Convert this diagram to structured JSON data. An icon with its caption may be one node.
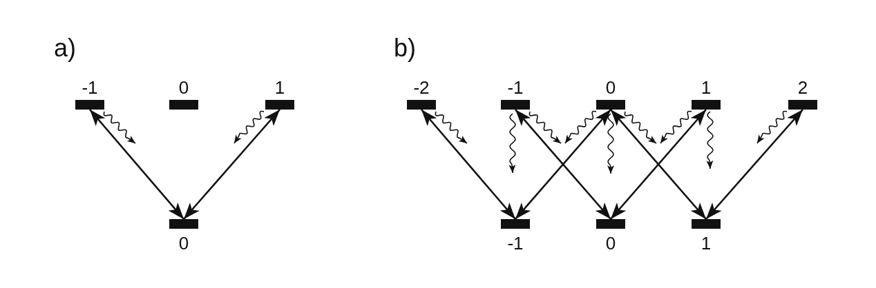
{
  "diagram": {
    "nodes": [
      {
        "text": [
          "-1"
        ]
      },
      {
        "text": [
          "0"
        ]
      },
      {
        "text": [
          "1"
        ]
      },
      {
        "text": [
          "0"
        ]
      },
      {
        "text": [
          "-2"
        ]
      },
      {
        "text": [
          "-1"
        ]
      },
      {
        "text": [
          "0"
        ]
      },
      {
        "text": [
          "1"
        ]
      },
      {
        "text": [
          "2"
        ]
      },
      {
        "text": [
          "-1"
        ]
      },
      {
        "text": [
          "0"
        ]
      },
      {
        "text": [
          "1"
        ]
      }
    ],
    "edges": [
      {
        "from": 0,
        "to": 3,
        "arrow": "both"
      },
      {
        "from": 2,
        "to": 3,
        "arrow": "both"
      },
      {
        "from": 0,
        "to": null,
        "arrow": "to"
      },
      {
        "from": 2,
        "to": null,
        "arrow": "to"
      },
      {
        "from": 4,
        "to": 9,
        "arrow": "both"
      },
      {
        "from": 5,
        "to": 10,
        "arrow": "both"
      },
      {
        "from": 6,
        "to": 9,
        "arrow": "both"
      },
      {
        "from": 6,
        "to": 11,
        "arrow": "both"
      },
      {
        "from": 7,
        "to": 10,
        "arrow": "both"
      },
      {
        "from": 8,
        "to": 11,
        "arrow": "both"
      },
      {
        "from": 4,
        "to": null,
        "arrow": "to"
      },
      {
        "from": 5,
        "to": null,
        "arrow": "to"
      },
      {
        "from": 5,
        "to": null,
        "arrow": "to"
      },
      {
        "from": 6,
        "to": null,
        "arrow": "to"
      },
      {
        "from": 6,
        "to": null,
        "arrow": "to"
      },
      {
        "from": 6,
        "to": null,
        "arrow": "to"
      },
      {
        "from": 7,
        "to": null,
        "arrow": "to"
      },
      {
        "from": 7,
        "to": null,
        "arrow": "to"
      },
      {
        "from": 8,
        "to": null,
        "arrow": "to"
      }
    ],
    "labels": [
      "a)",
      "b)"
    ]
  }
}
